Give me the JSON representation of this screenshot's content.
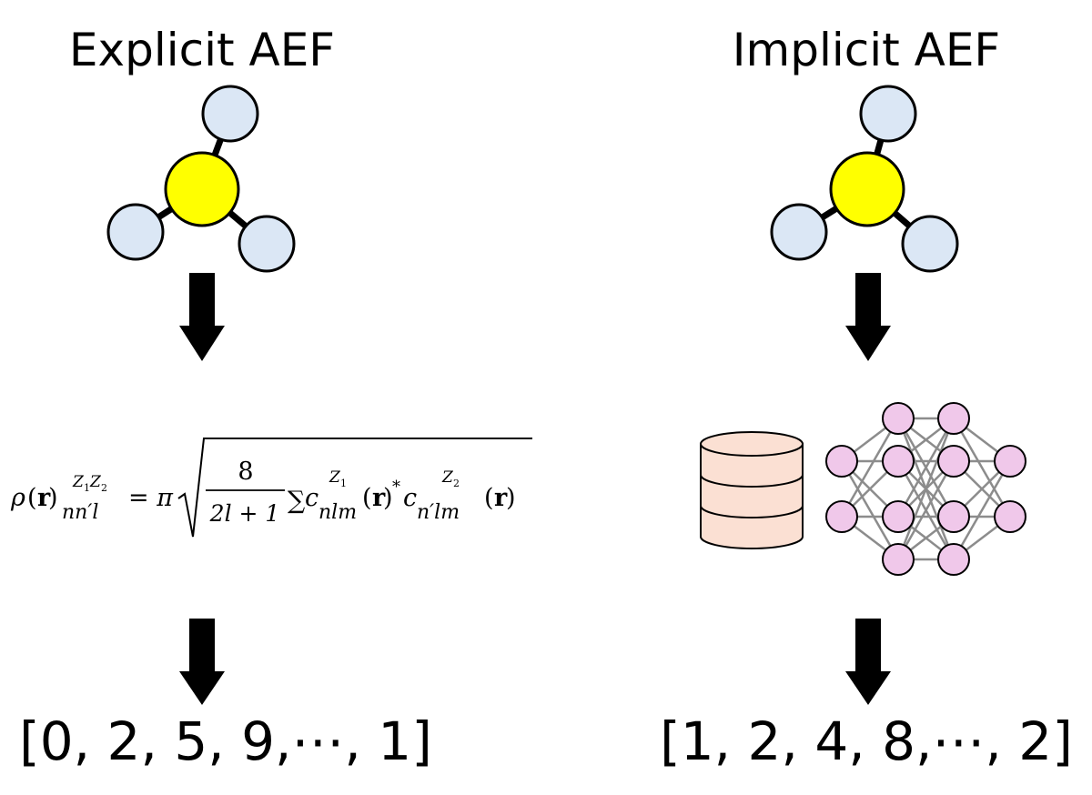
{
  "left": {
    "title": "Explicit AEF",
    "output_vector": "[0, 2, 5, 9,⋯, 1]",
    "equation": {
      "rho": "ρ",
      "r_bold": "r",
      "sup_z1": "Z",
      "sub_1": "1",
      "sup_z2": "Z",
      "sub_2": "2",
      "lower_index": "nn′l",
      "equals_pi": "= π",
      "numerator": "8",
      "denominator": "2l + 1",
      "sum": "∑",
      "c": "c",
      "idx_nlm": "nlm",
      "idx_nprime_lm": "n′lm",
      "star": "*"
    }
  },
  "right": {
    "title": "Implicit AEF",
    "output_vector": "[1, 2, 4, 8,⋯, 2]"
  },
  "colors": {
    "center_atom": "#ffff00",
    "outer_atom": "#dbe7f5",
    "database": "#fbe0d3",
    "neuron": "#f0c8ea",
    "edge": "#8c8c8c",
    "arrow": "#000000"
  },
  "icons": {
    "molecule": "molecule-icon",
    "arrow": "down-arrow-icon",
    "database": "database-icon",
    "network": "neural-network-icon"
  }
}
